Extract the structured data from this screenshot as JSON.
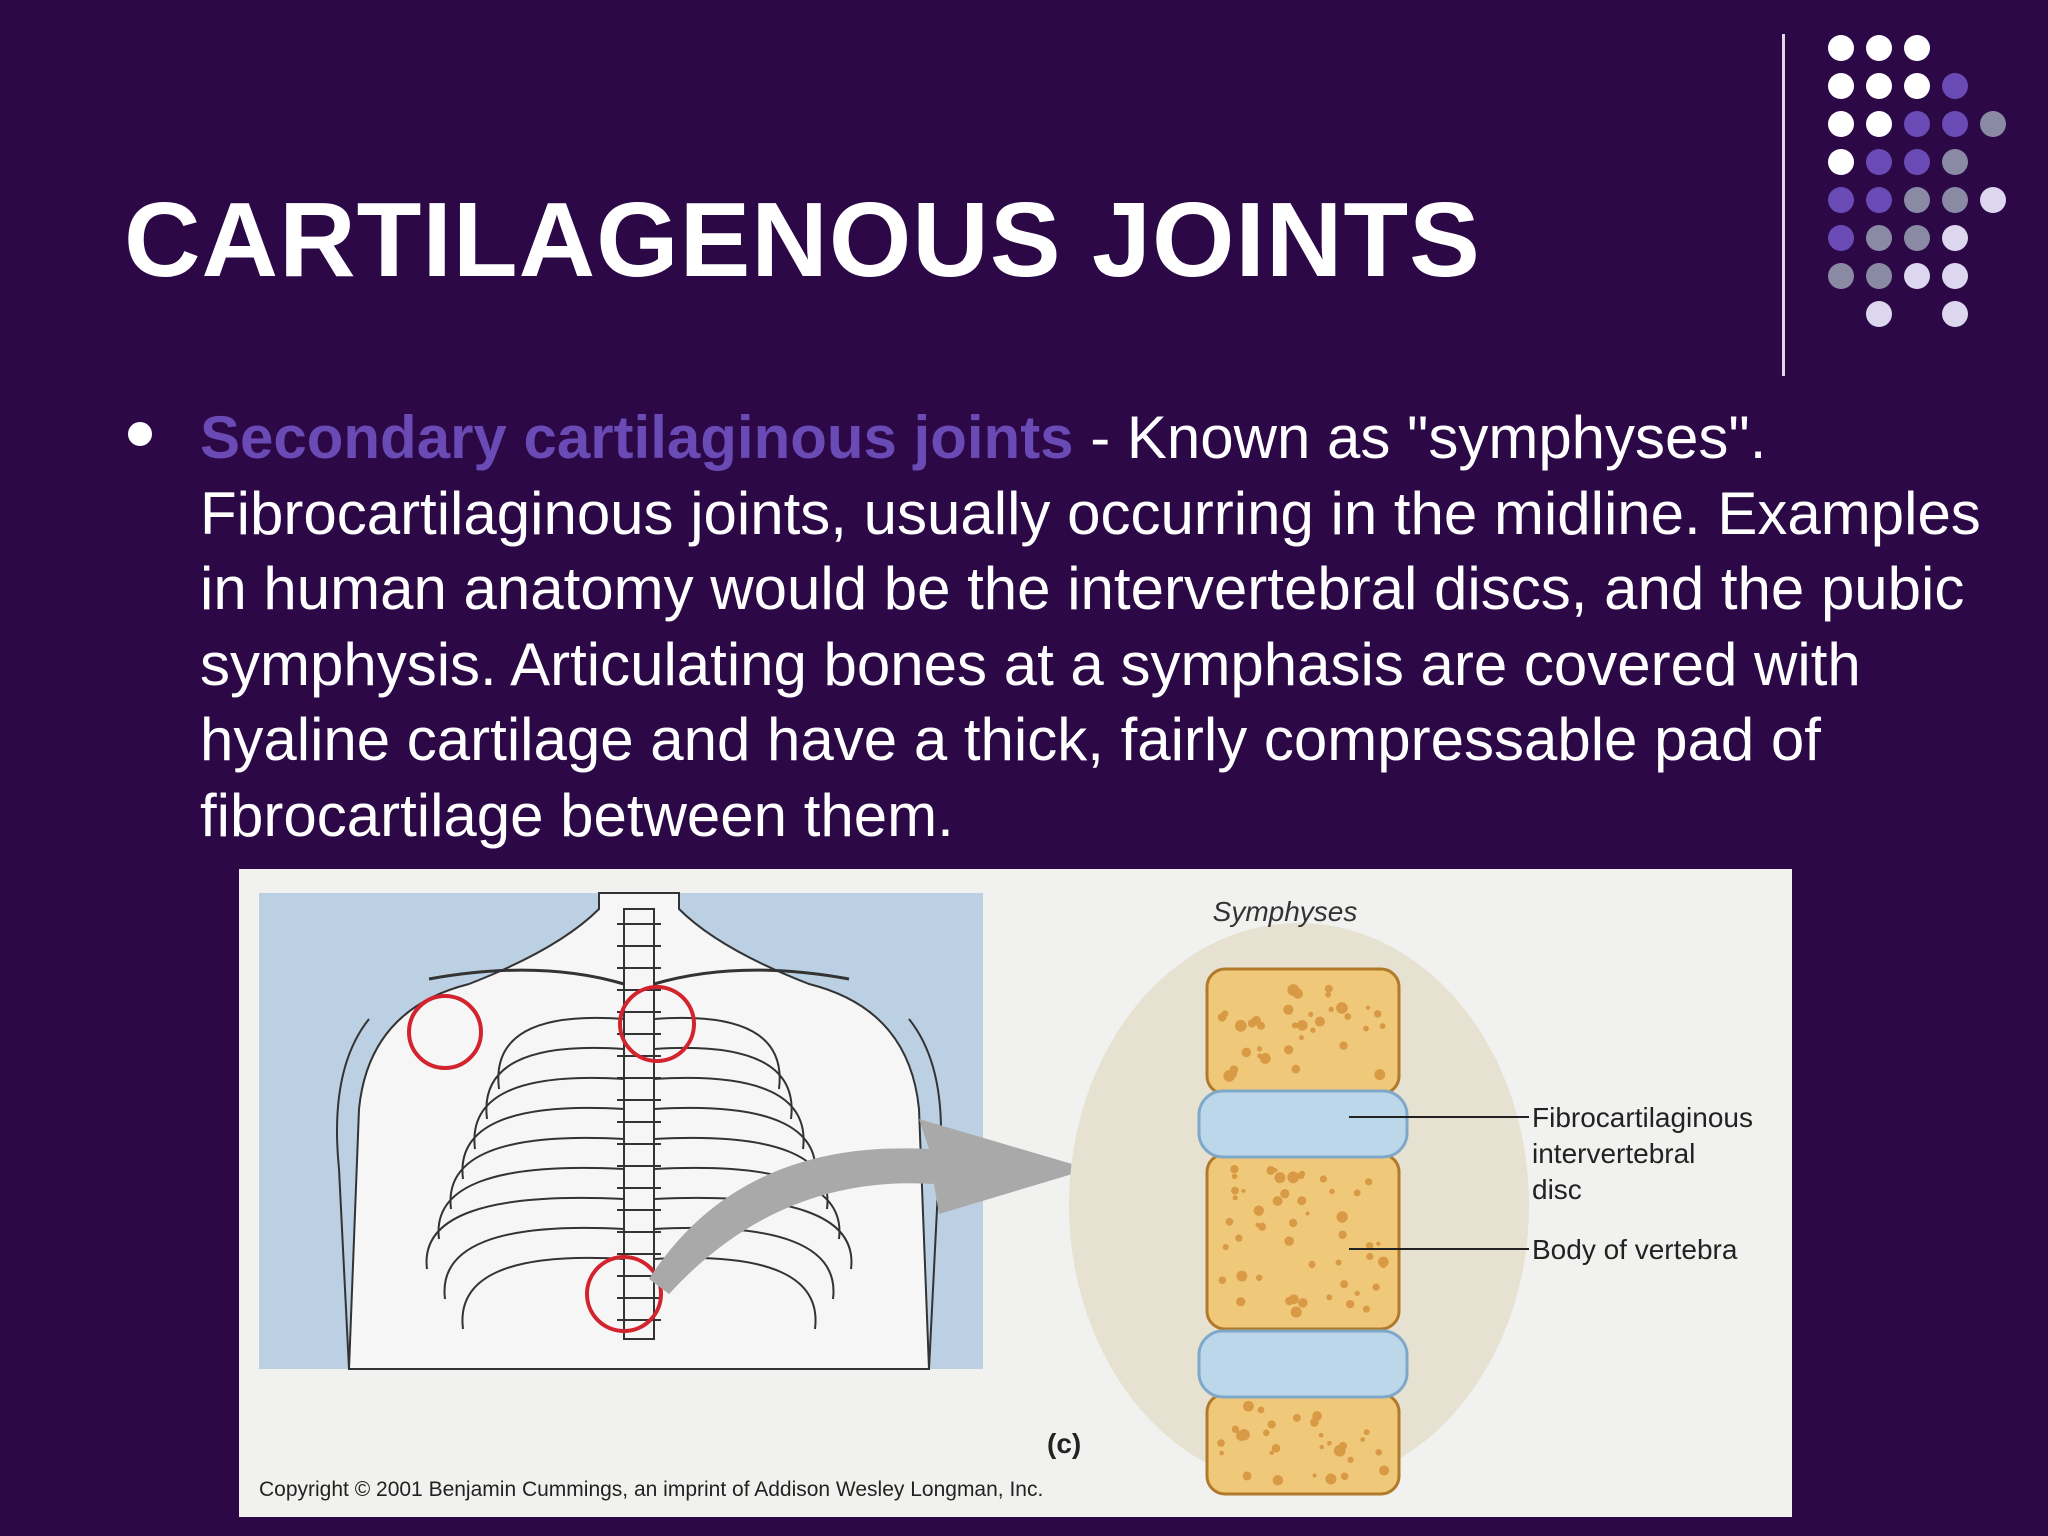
{
  "slide": {
    "title": "CARTILAGENOUS JOINTS",
    "bullet": {
      "term": "Secondary cartilaginous joints",
      "text": " - Known as \"symphyses\". Fibrocartilaginous joints, usually occurring in the midline. Examples in human anatomy would be the intervertebral discs, and the pubic symphysis. Articulating bones at a symphasis are covered with hyaline cartilage and have a thick, fairly compressable pad of fibrocartilage between them."
    }
  },
  "figure": {
    "heading": "Symphyses",
    "label_disc_line1": "Fibrocartilaginous",
    "label_disc_line2": "intervertebral",
    "label_disc_line3": "disc",
    "label_body": "Body of vertebra",
    "panel_letter": "(c)",
    "copyright": "Copyright © 2001 Benjamin Cummings, an imprint of Addison Wesley Longman, Inc."
  },
  "colors": {
    "background": "#2c0847",
    "accent_purple": "#6a4bb5",
    "dot_gray": "#8a8aa5",
    "dot_lavender": "#dcd6ee",
    "circle_red": "#d2232e",
    "bone": "#f0c87a",
    "disc_blue": "#bcd6ea"
  }
}
